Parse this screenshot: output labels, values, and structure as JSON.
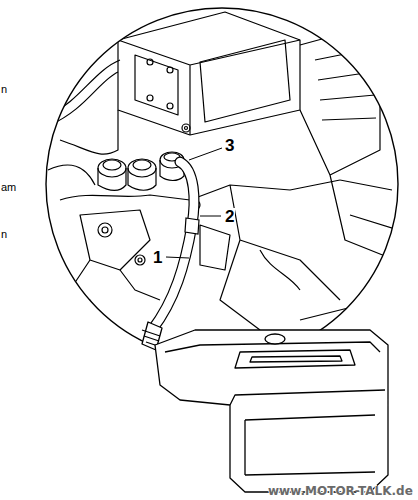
{
  "diagram": {
    "labels": [
      "n",
      "am",
      "n",
      "3",
      "2",
      "1",
      "www.MOTOR-TALK.de"
    ]
  }
}
